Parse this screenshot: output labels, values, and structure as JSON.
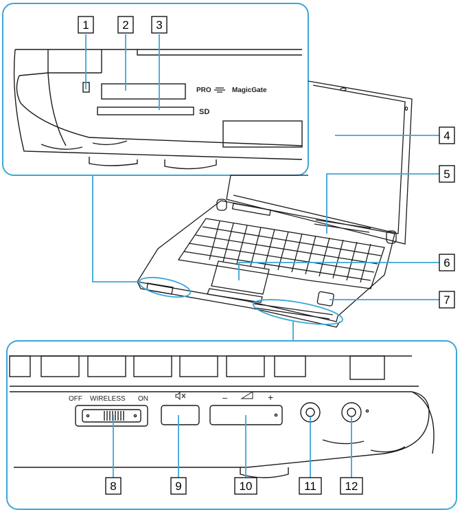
{
  "callouts": [
    {
      "num": "1"
    },
    {
      "num": "2"
    },
    {
      "num": "3"
    },
    {
      "num": "4"
    },
    {
      "num": "5"
    },
    {
      "num": "6"
    },
    {
      "num": "7"
    },
    {
      "num": "8"
    },
    {
      "num": "9"
    },
    {
      "num": "10"
    },
    {
      "num": "11"
    },
    {
      "num": "12"
    }
  ],
  "top_panel": {
    "pro_label": "PRO",
    "magicgate_label": "MagicGate",
    "sd_label": "SD"
  },
  "bottom_panel": {
    "off_label": "OFF",
    "wireless_label": "WIRELESS",
    "on_label": "ON",
    "minus_label": "–",
    "plus_label": "+"
  },
  "colors": {
    "panel_border": "#3aa6d8",
    "line": "#3aa6d8",
    "ink": "#1a1a1a"
  }
}
